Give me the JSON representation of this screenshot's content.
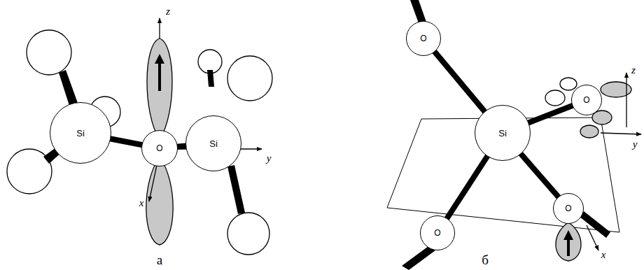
{
  "diagram": {
    "nodes": [
      {
        "text": [
          "Si"
        ]
      },
      {
        "text": [
          "O"
        ]
      },
      {
        "text": [
          "Si"
        ]
      },
      {
        "text": [
          "O"
        ]
      },
      {
        "text": [
          "Si"
        ]
      },
      {
        "text": [
          "O"
        ]
      },
      {
        "text": [
          "O"
        ]
      },
      {
        "text": [
          "O"
        ]
      }
    ],
    "edges": [
      {
        "from": 0,
        "to": 1,
        "arrow": "none"
      },
      {
        "from": 1,
        "to": 2,
        "arrow": "none"
      },
      {
        "from": 3,
        "to": 4,
        "arrow": "none"
      },
      {
        "from": 4,
        "to": 5,
        "arrow": "none"
      },
      {
        "from": 4,
        "to": 6,
        "arrow": "none"
      },
      {
        "from": 4,
        "to": 7,
        "arrow": "none"
      }
    ],
    "labels": [
      "z",
      "y",
      "x",
      "а",
      "z",
      "y",
      "x",
      "б"
    ]
  }
}
